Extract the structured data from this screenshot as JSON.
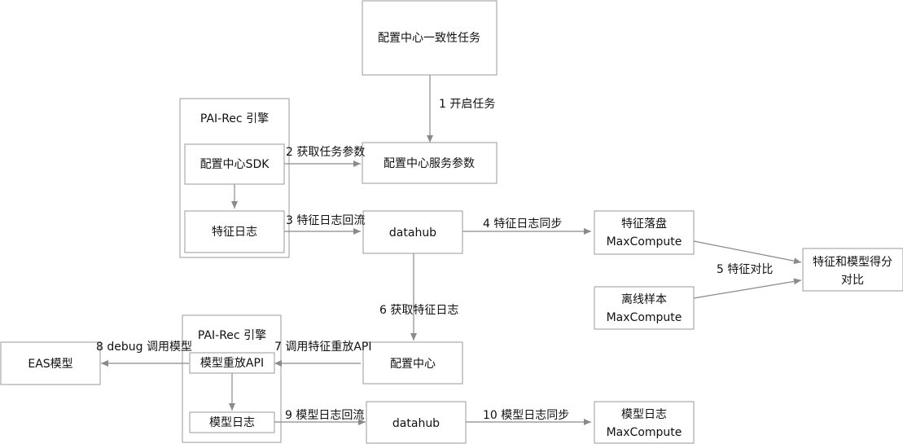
{
  "groups": {
    "pai_rec_top": "PAI-Rec 引擎",
    "pai_rec_bottom": "PAI-Rec 引擎"
  },
  "nodes": {
    "config_task": "配置中心一致性任务",
    "config_sdk": "配置中心SDK",
    "config_service_params": "配置中心服务参数",
    "feature_log": "特征日志",
    "datahub_top": "datahub",
    "feature_disk_line1": "特征落盘",
    "feature_disk_line2": "MaxCompute",
    "feature_score_line1": "特征和模型得分",
    "feature_score_line2": "对比",
    "offline_sample_line1": "离线样本",
    "offline_sample_line2": "MaxCompute",
    "eas_model": "EAS模型",
    "model_replay_api": "模型重放API",
    "config_center": "配置中心",
    "model_log": "模型日志",
    "datahub_bottom": "datahub",
    "model_log_mc_line1": "模型日志",
    "model_log_mc_line2": "MaxCompute"
  },
  "edges": {
    "e1": "1 开启任务",
    "e2": "2 获取任务参数",
    "e3": "3 特征日志回流",
    "e4": "4 特征日志同步",
    "e5": "5 特征对比",
    "e6": "6 获取特征日志",
    "e7": "7 调用特征重放API",
    "e8": "8 debug 调用模型",
    "e9": "9 模型日志回流",
    "e10": "10 模型日志同步"
  },
  "colors": {
    "box_stroke": "#9a9a9a",
    "edge": "#8a8a8a",
    "text": "#111111",
    "background": "#ffffff"
  }
}
